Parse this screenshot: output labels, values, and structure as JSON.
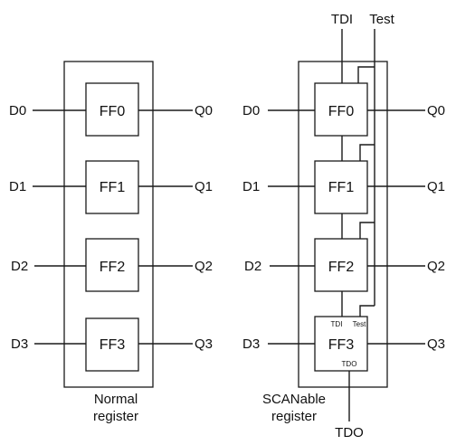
{
  "normal": {
    "caption_line1": "Normal",
    "caption_line2": "register",
    "flipflops": [
      {
        "name": "FF0",
        "input": "D0",
        "output": "Q0"
      },
      {
        "name": "FF1",
        "input": "D1",
        "output": "Q1"
      },
      {
        "name": "FF2",
        "input": "D2",
        "output": "Q2"
      },
      {
        "name": "FF3",
        "input": "D3",
        "output": "Q3"
      }
    ]
  },
  "scan": {
    "caption_line1": "SCANable",
    "caption_line2": "register",
    "tdi_label": "TDI",
    "test_label": "Test",
    "tdo_label": "TDO",
    "ff3_tdi_label": "TDI",
    "ff3_test_label": "Test",
    "ff3_tdo_label": "TDO",
    "flipflops": [
      {
        "name": "FF0",
        "input": "D0",
        "output": "Q0"
      },
      {
        "name": "FF1",
        "input": "D1",
        "output": "Q1"
      },
      {
        "name": "FF2",
        "input": "D2",
        "output": "Q2"
      },
      {
        "name": "FF3",
        "input": "D3",
        "output": "Q3"
      }
    ]
  }
}
